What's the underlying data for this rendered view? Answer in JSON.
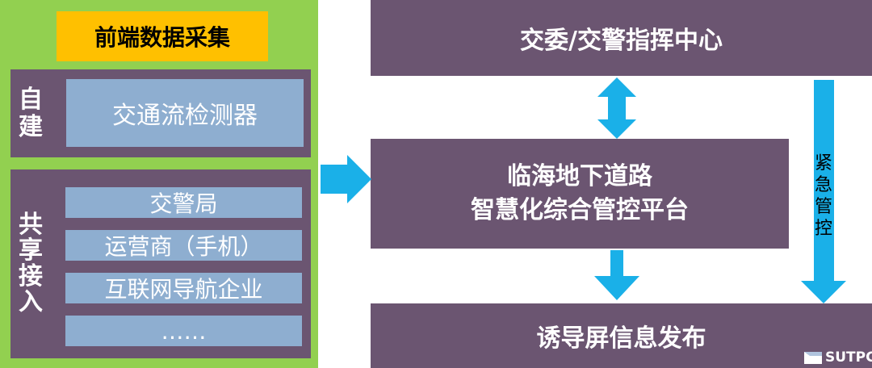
{
  "colors": {
    "panel_green": "#92d050",
    "title_yellow": "#ffc000",
    "box_purple": "#6b5571",
    "source_blue": "#8eaed0",
    "arrow_blue": "#1ab0e8"
  },
  "left_panel": {
    "title": "前端数据采集",
    "self_built": {
      "label_chars": [
        "自",
        "建"
      ],
      "item": "交通流检测器"
    },
    "shared_access": {
      "label_chars": [
        "共",
        "享",
        "接",
        "入"
      ],
      "items": [
        "交警局",
        "运营商（手机）",
        "互联网导航企业",
        "……"
      ]
    }
  },
  "right": {
    "command_center": "交委/交警指挥中心",
    "platform_line1": "临海地下道路",
    "platform_line2": "智慧化综合管控平台",
    "guidance_screen": "诱导屏信息发布",
    "emergency_chars": [
      "紧",
      "急",
      "管",
      "控"
    ]
  },
  "logo": {
    "text": "SUTPC"
  }
}
